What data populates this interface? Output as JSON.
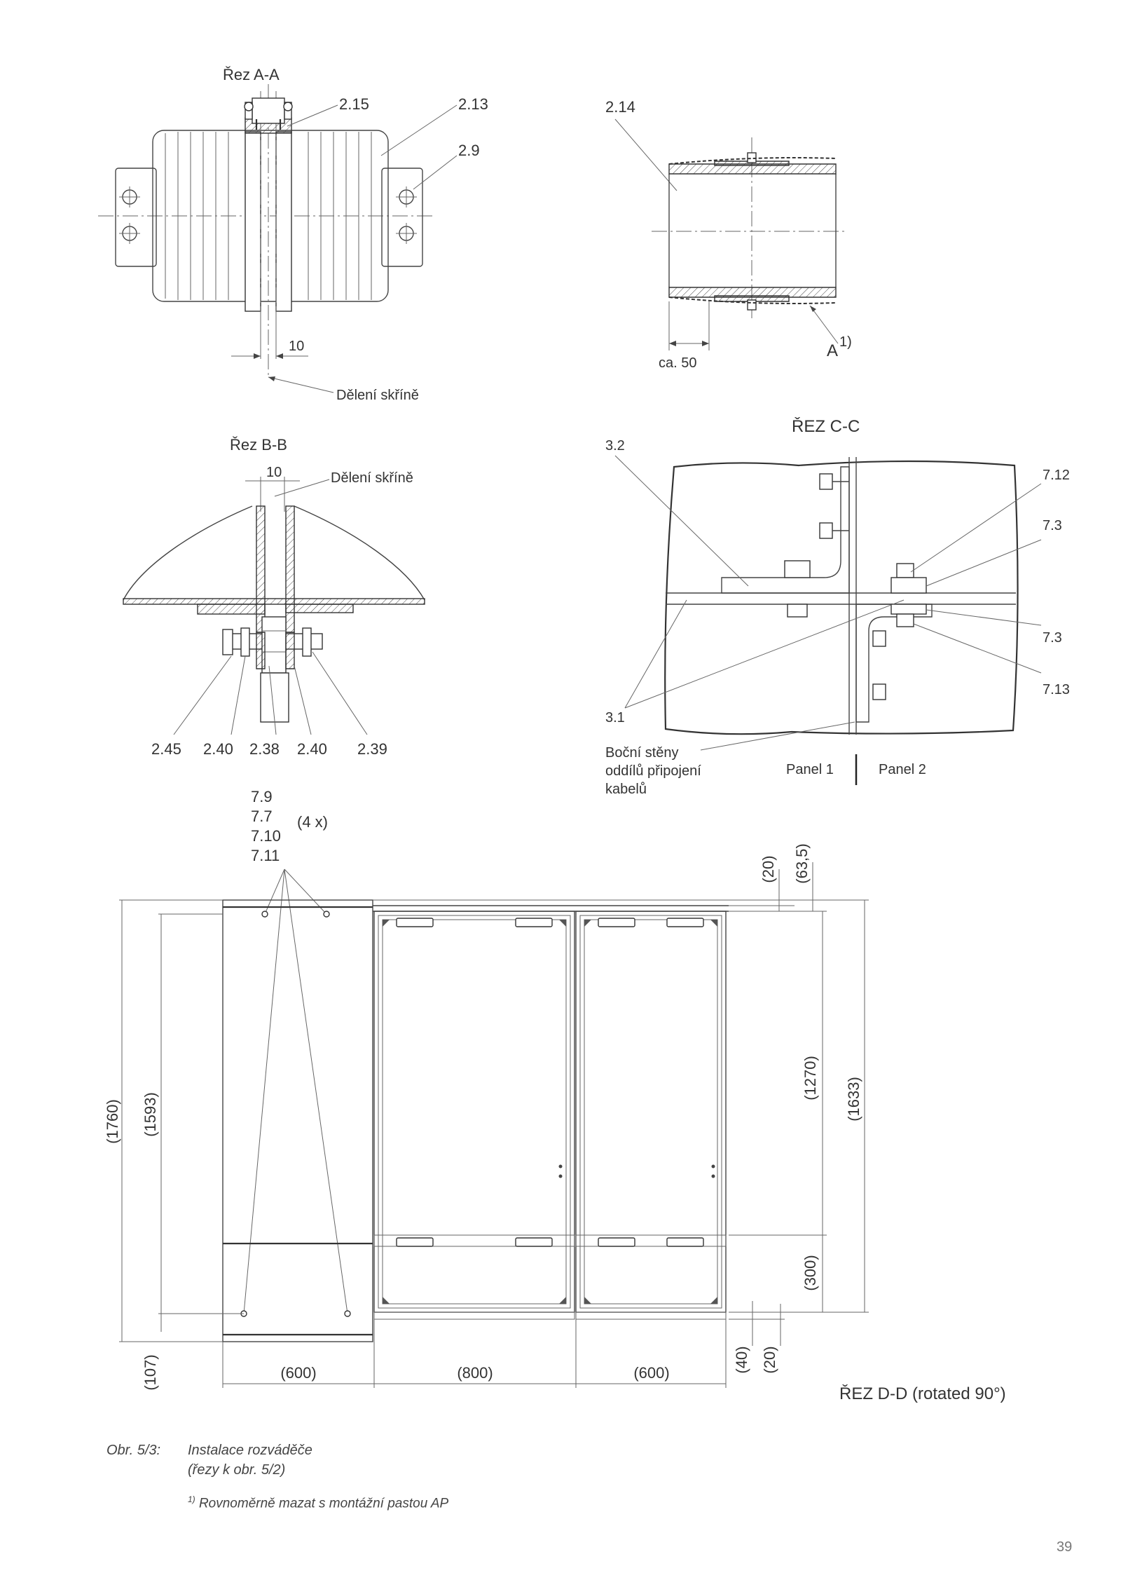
{
  "section_aa": {
    "title": "Řez A-A",
    "callouts": [
      "2.15",
      "2.13",
      "2.9"
    ],
    "dimension": "10",
    "note": "Dělení skříně"
  },
  "detail_214": {
    "callout": "2.14",
    "dimension": "ca. 50",
    "marker": "A",
    "marker_sup": "1)"
  },
  "section_bb": {
    "title": "Řez B-B",
    "dimension": "10",
    "note": "Dělení skříně",
    "callouts": [
      "2.45",
      "2.40",
      "2.38",
      "2.40",
      "2.39"
    ]
  },
  "section_cc": {
    "title": "ŘEZ C-C",
    "callouts_left": [
      "3.2",
      "3.1"
    ],
    "callouts_right": [
      "7.12",
      "7.3",
      "7.3",
      "7.13"
    ],
    "note_lines": [
      "Boční stěny",
      "oddílů připojení",
      "kabelů"
    ],
    "panel_left": "Panel 1",
    "panel_right": "Panel 2"
  },
  "section_dd": {
    "title": "ŘEZ D-D (rotated 90°)",
    "callouts": [
      "7.9",
      "7.7",
      "7.10",
      "7.11"
    ],
    "count_note": "(4 x)",
    "dims_left": [
      "(1760)",
      "(1593)",
      "(107)"
    ],
    "dims_bottom": [
      "(600)",
      "(800)",
      "(600)"
    ],
    "dims_right_top": [
      "(20)",
      "(63,5)"
    ],
    "dims_right_mid": [
      "(1270)",
      "(1633)",
      "(300)"
    ],
    "dims_right_bottom": [
      "(40)",
      "(20)"
    ]
  },
  "caption": {
    "label": "Obr. 5/3:",
    "line1": "Instalace rozváděče",
    "line2": "(řezy k obr. 5/2)",
    "footnote_sup": "1)",
    "footnote": "Rovnoměrně mazat s montážní pastou AP"
  },
  "page_number": "39"
}
